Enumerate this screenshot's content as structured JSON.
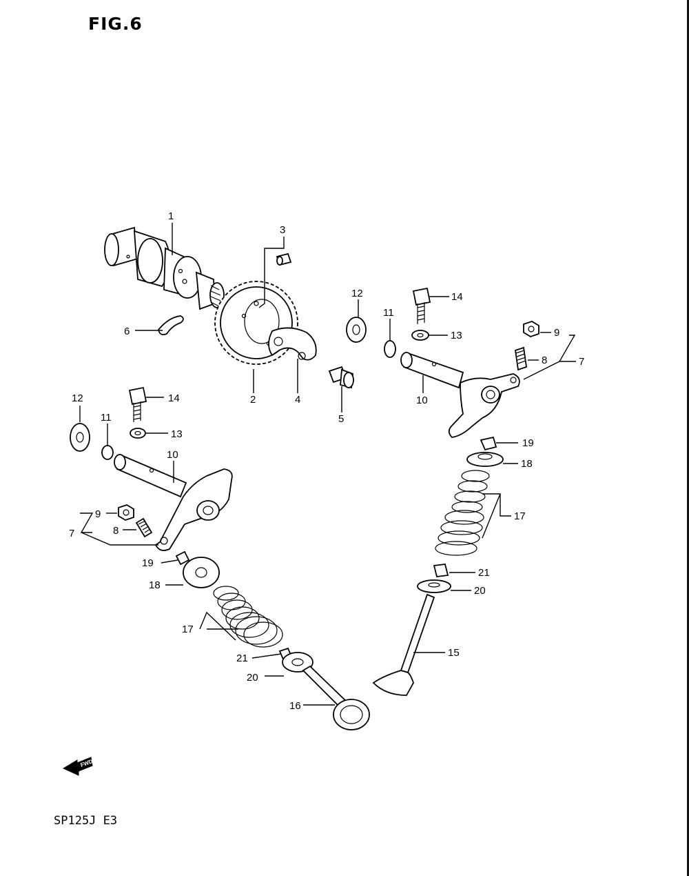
{
  "figure_title": "FIG.6",
  "model_label": "SP125J E3",
  "fwd_label": "FWD",
  "part_numbers": {
    "p1": "1",
    "p2": "2",
    "p3": "3",
    "p4": "4",
    "p5": "5",
    "p6": "6",
    "p7": "7",
    "p8": "8",
    "p9": "9",
    "p10": "10",
    "p11": "11",
    "p12": "12",
    "p13": "13",
    "p14": "14",
    "p15": "15",
    "p16": "16",
    "p17": "17",
    "p18": "18",
    "p19": "19",
    "p20": "20",
    "p21": "21"
  }
}
